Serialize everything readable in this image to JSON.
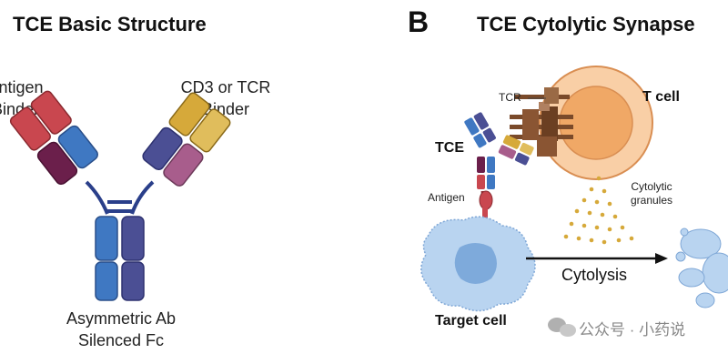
{
  "panel_a": {
    "title": "TCE Basic Structure",
    "antigen_binder_label": [
      "Antigen",
      "Binder"
    ],
    "cd3_binder_label": [
      "CD3 or TCR",
      "Binder"
    ],
    "antibody_label": [
      "Asymmetric Ab",
      "Silenced Fc"
    ]
  },
  "panel_b": {
    "letter": "B",
    "title": "TCE Cytolytic Synapse",
    "tcr_label": "TCR",
    "tcell_label": "T cell",
    "tce_label": "TCE",
    "antigen_label": "Antigen",
    "granules_label": [
      "Cytolytic",
      "granules"
    ],
    "cytolysis_label": "Cytolysis",
    "target_cell_label": "Target cell"
  },
  "watermark": {
    "text": "公众号 · 小药说"
  },
  "colors": {
    "red": "#c9474f",
    "maroon": "#6b1f4b",
    "blue": "#3f78c2",
    "navy": "#4b4f94",
    "gold": "#d6a93a",
    "pink": "#a85d8c",
    "brown": "#7a4a2a",
    "tcell": "#f5b884",
    "target": "#b9d4f0"
  }
}
